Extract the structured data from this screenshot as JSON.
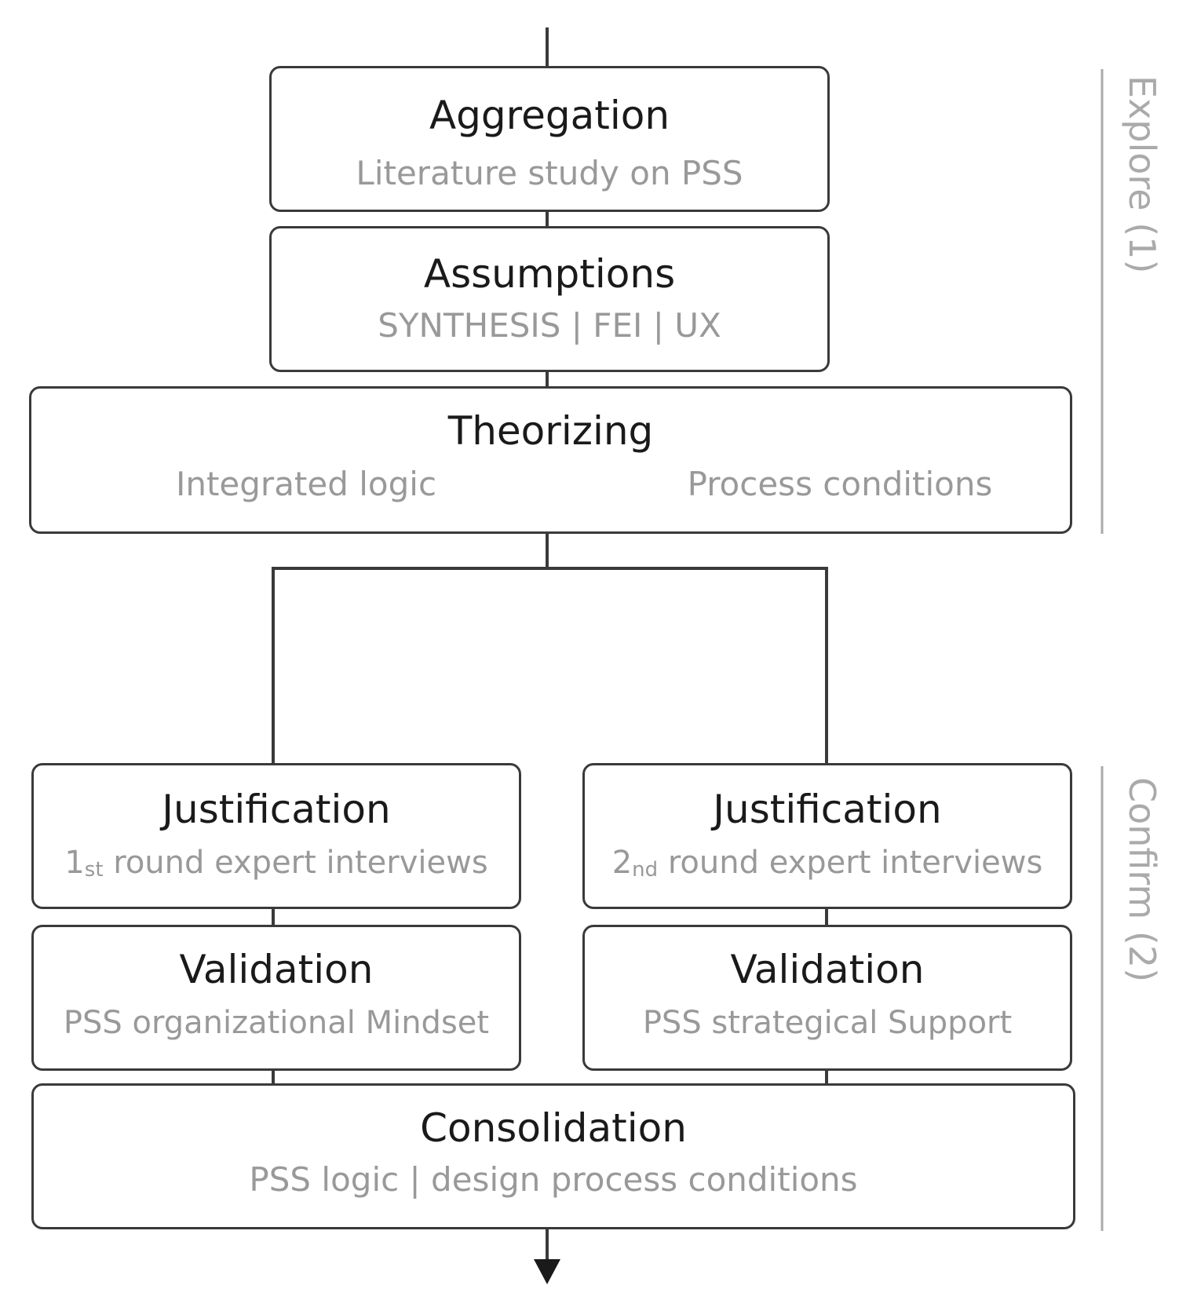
{
  "boxes": {
    "aggregation": {
      "title": "Aggregation",
      "subtitle": "Literature study on PSS"
    },
    "assumptions": {
      "title": "Assumptions",
      "subtitle": "SYNTHESIS | FEI | UX"
    },
    "theorizing": {
      "title": "Theorizing",
      "subtitle_left": "Integrated logic",
      "subtitle_right": "Process conditions"
    },
    "justification_1": {
      "title": "Justification",
      "ordinal_num": "1",
      "ordinal_suffix": "st",
      "subtitle": " round expert interviews"
    },
    "justification_2": {
      "title": "Justification",
      "ordinal_num": "2",
      "ordinal_suffix": "nd",
      "subtitle": " round expert interviews"
    },
    "validation_1": {
      "title": "Validation",
      "subtitle": "PSS organizational Mindset"
    },
    "validation_2": {
      "title": "Validation",
      "subtitle": "PSS strategical Support"
    },
    "consolidation": {
      "title": "Consolidation",
      "subtitle": "PSS logic | design process conditions"
    }
  },
  "phases": {
    "explore": "Explore (1)",
    "confirm": "Confirm (2)"
  },
  "colors": {
    "border": "#3a3a3a",
    "title": "#1a1a1a",
    "subtitle": "#999999",
    "phase": "#aaaaaa"
  }
}
